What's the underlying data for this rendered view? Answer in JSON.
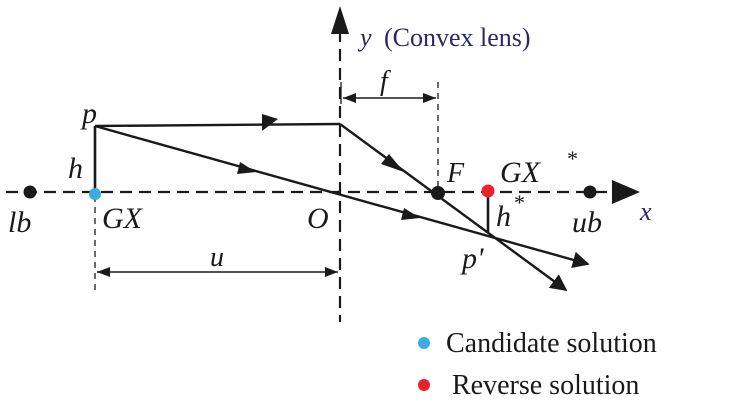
{
  "labels": {
    "y_axis_var": "y",
    "y_axis_desc": "(Convex lens)",
    "x_axis": "x",
    "origin": "O",
    "focal_point": "F",
    "focal_length": "f",
    "object_distance": "u",
    "object_top": "p",
    "image_top": "p'",
    "object_height": "h",
    "image_height_base": "h",
    "image_height_sup": "*",
    "candidate_point": "GX",
    "reverse_point_base": "GX",
    "reverse_point_sup": "*",
    "lower_bound": "lb",
    "upper_bound": "ub"
  },
  "legend": {
    "candidate": "Candidate solution",
    "reverse": "Reverse solution"
  },
  "colors": {
    "candidate": "#3aace2",
    "reverse": "#e8232a",
    "axis_label": "#2a2a6a",
    "ink": "#1a1a1a"
  }
}
